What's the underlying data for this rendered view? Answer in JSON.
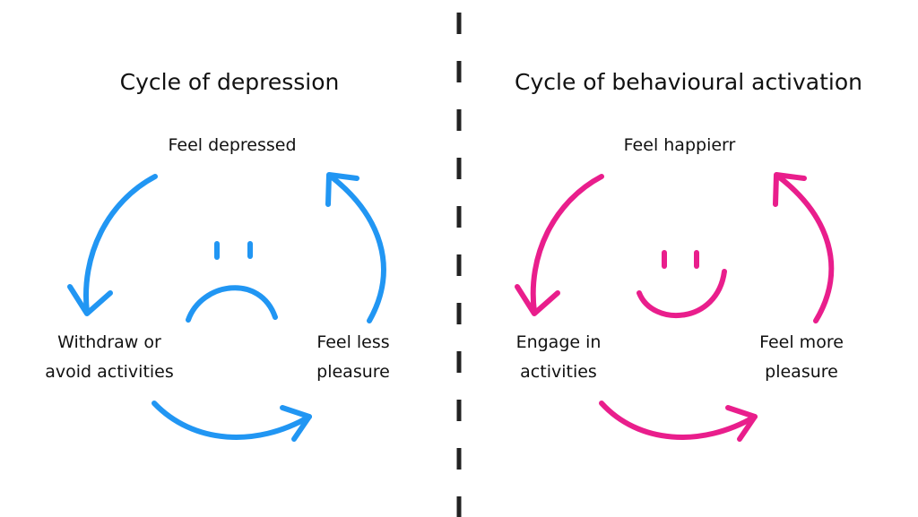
{
  "left": {
    "title": "Cycle of depression",
    "top_label": "Feel depressed",
    "left_label": "Withdraw or avoid activities",
    "left_label_line1": "Withdraw or",
    "left_label_line2": "avoid activities",
    "right_label_line1": "Feel less",
    "right_label_line2": "pleasure",
    "face": "sad-face",
    "color": "#2196F3"
  },
  "right": {
    "title": "Cycle of behavioural activation",
    "top_label": "Feel happierr",
    "left_label_line1": "Engage in",
    "left_label_line2": "activities",
    "right_label_line1": "Feel more",
    "right_label_line2": "pleasure",
    "face": "happy-face",
    "color": "#E91E8C"
  },
  "divider": {
    "style": "dashed",
    "color": "#222222"
  }
}
